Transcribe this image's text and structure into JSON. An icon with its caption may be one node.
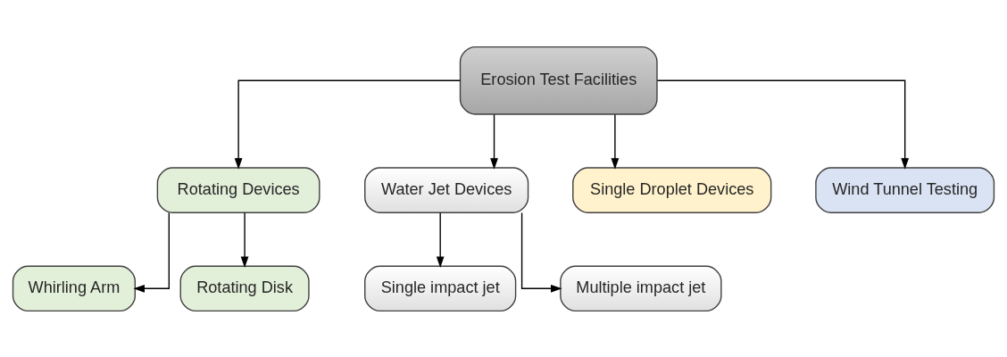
{
  "diagram": {
    "nodes": [
      {
        "text": [
          "Erosion Test Facilities"
        ]
      },
      {
        "text": [
          "Rotating Devices"
        ]
      },
      {
        "text": [
          "Water Jet Devices"
        ]
      },
      {
        "text": [
          "Single Droplet Devices"
        ]
      },
      {
        "text": [
          "Wind Tunnel Testing"
        ]
      },
      {
        "text": [
          "Whirling Arm"
        ]
      },
      {
        "text": [
          "Rotating Disk"
        ]
      },
      {
        "text": [
          "Single impact jet"
        ]
      },
      {
        "text": [
          "Multiple impact jet"
        ]
      }
    ],
    "edges": [
      {
        "from": 0,
        "to": 1,
        "arrow": "to"
      },
      {
        "from": 0,
        "to": 2,
        "arrow": "to"
      },
      {
        "from": 0,
        "to": 3,
        "arrow": "to"
      },
      {
        "from": 0,
        "to": 4,
        "arrow": "to"
      },
      {
        "from": 1,
        "to": 5,
        "arrow": "to"
      },
      {
        "from": 1,
        "to": 6,
        "arrow": "to"
      },
      {
        "from": 2,
        "to": 7,
        "arrow": "to"
      },
      {
        "from": 2,
        "to": 8,
        "arrow": "to"
      }
    ]
  }
}
